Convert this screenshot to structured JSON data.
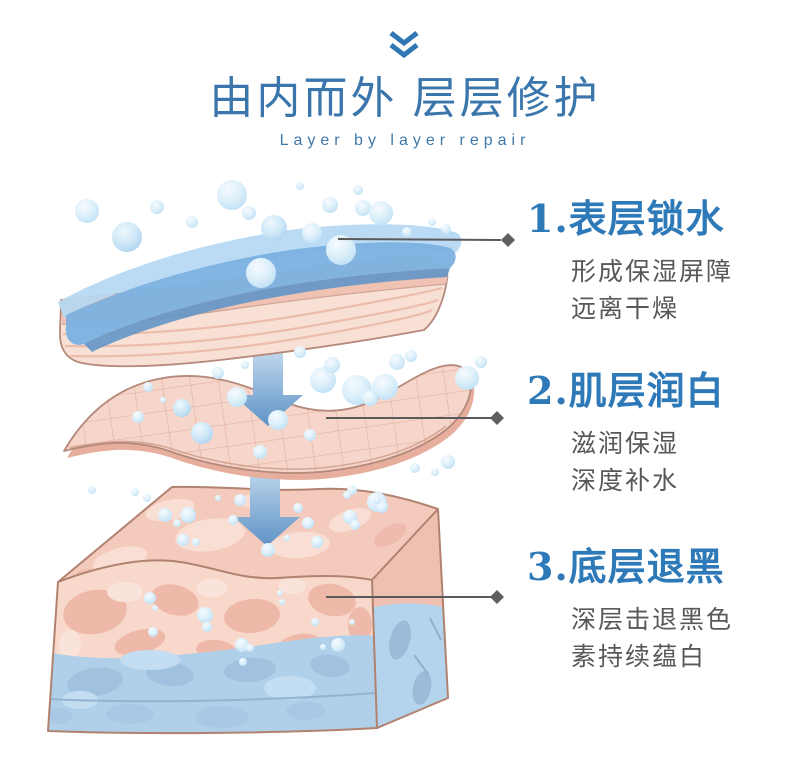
{
  "header": {
    "chevron_icon": "double-chevron-down",
    "title": "由内而外 层层修护",
    "subtitle": "Layer by layer repair"
  },
  "steps": [
    {
      "number": "1.",
      "heading": "表层锁水",
      "lines": [
        "形成保湿屏障",
        "远离干燥"
      ]
    },
    {
      "number": "2.",
      "heading": "肌层润白",
      "lines": [
        "滋润保湿",
        "深度补水"
      ]
    },
    {
      "number": "3.",
      "heading": "底层退黑",
      "lines": [
        "深层击退黑色",
        "素持续蕴白"
      ]
    }
  ],
  "illustration": {
    "layer_graphics": [
      "surface-water-layer",
      "dermis-mesh-layer",
      "base-skin-block"
    ],
    "arrow_icons": [
      "down-arrow",
      "down-arrow"
    ]
  },
  "colors": {
    "title_blue": "#3a76ab",
    "heading_blue": "#2e79b8",
    "body_gray": "#57585a",
    "connector_gray": "#5a5a5c",
    "water_blue": "#7db2e1",
    "skin_pink": "#f3c9ba",
    "bubble_blue": "#cde6f8"
  }
}
